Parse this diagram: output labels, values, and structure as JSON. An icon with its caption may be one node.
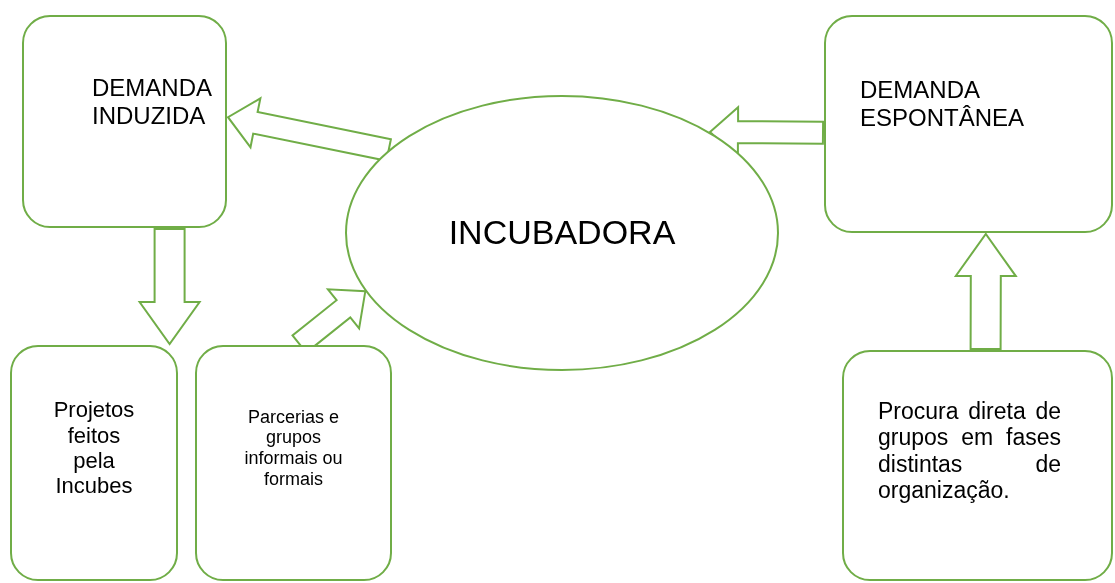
{
  "diagram": {
    "nodes": [
      {
        "text": [
          "DEMANDA INDUZIDA"
        ]
      },
      {
        "text": [
          "INCUBADORA"
        ]
      },
      {
        "text": [
          "DEMANDA ESPONTÂNEA"
        ]
      },
      {
        "text": [
          "Projetos feitos pela Incubes"
        ]
      },
      {
        "text": [
          "Parcerias e grupos informais ou formais"
        ]
      },
      {
        "text": [
          "Procura direta de grupos em fases distintas de organização."
        ]
      }
    ],
    "edges": [
      {
        "from": 1,
        "to": 0,
        "arrow": "to"
      },
      {
        "from": 0,
        "to": 3,
        "arrow": "to"
      },
      {
        "from": 4,
        "to": 1,
        "arrow": "to"
      },
      {
        "from": 2,
        "to": 1,
        "arrow": "to"
      },
      {
        "from": 5,
        "to": 2,
        "arrow": "to"
      }
    ]
  }
}
